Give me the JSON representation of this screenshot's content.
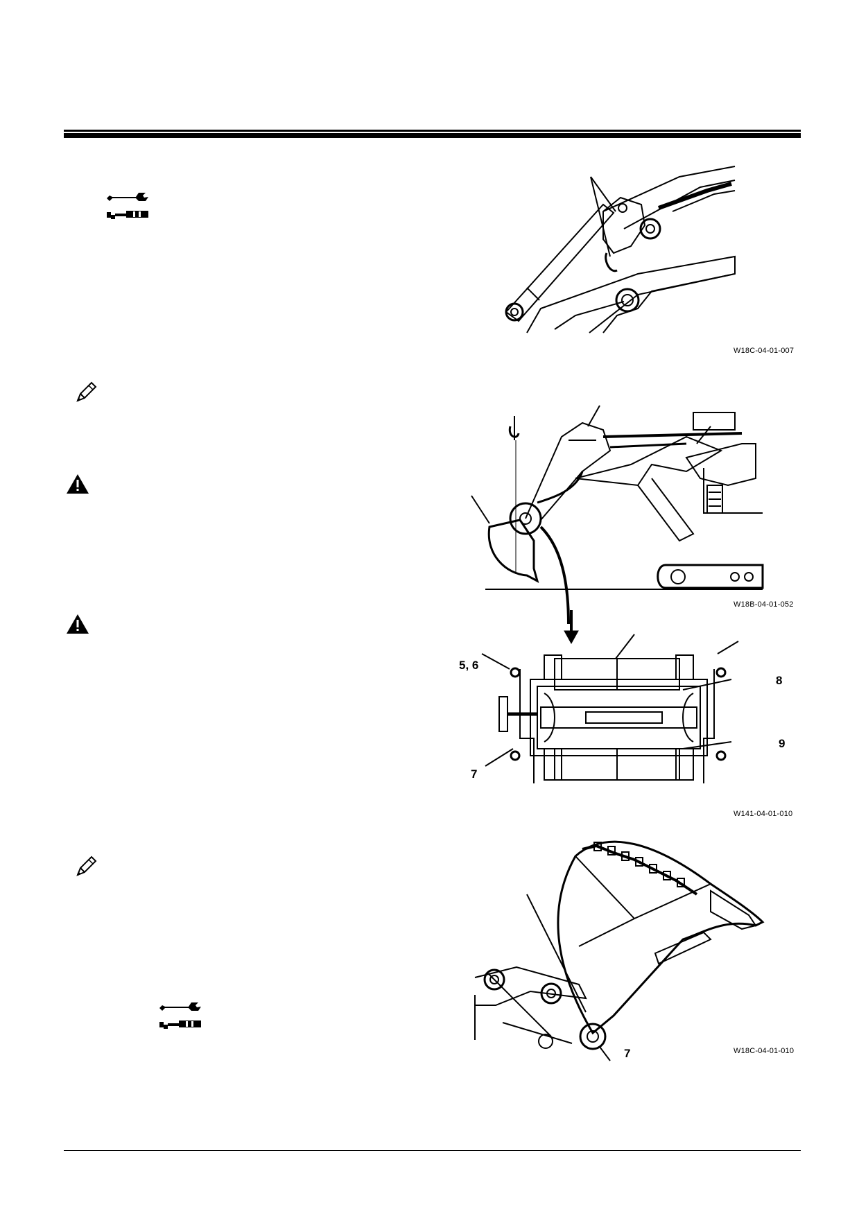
{
  "figures": [
    {
      "id": "fig1",
      "caption": "W18C-04-01-007",
      "callouts": []
    },
    {
      "id": "fig2",
      "caption": "W18B-04-01-052",
      "callouts": []
    },
    {
      "id": "fig3",
      "caption": "W141-04-01-010",
      "callouts": [
        "5, 6",
        "8",
        "9",
        "7"
      ]
    },
    {
      "id": "fig4",
      "caption": "W18C-04-01-010",
      "callouts": [
        "7"
      ]
    }
  ],
  "icons": {
    "tool_1": "wrench-icon",
    "note_1": "note-pencil-icon",
    "warning_1": "warning-icon",
    "warning_2": "warning-icon",
    "note_2": "note-pencil-icon",
    "tool_2": "wrench-icon"
  }
}
